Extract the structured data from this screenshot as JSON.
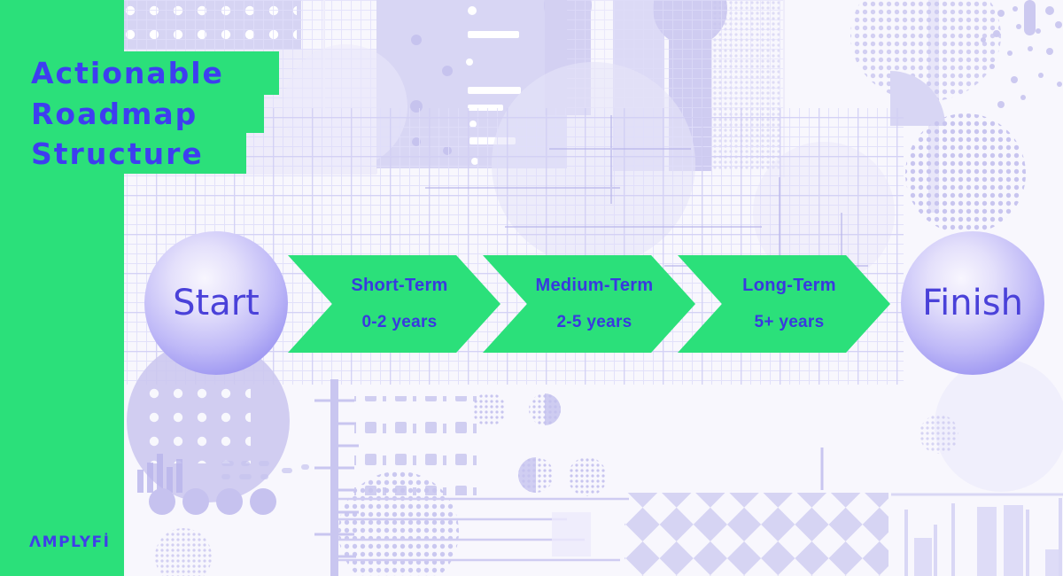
{
  "page": {
    "title_lines": [
      "Actionable",
      "Roadmap",
      "Structure"
    ]
  },
  "brand": {
    "logo_text": "ΛMPLYFİ"
  },
  "flow": {
    "start": {
      "label": "Start"
    },
    "finish": {
      "label": "Finish"
    },
    "stages": [
      {
        "name": "Short-Term",
        "duration": "0-2 years"
      },
      {
        "name": "Medium-Term",
        "duration": "2-5 years"
      },
      {
        "name": "Long-Term",
        "duration": "5+ years"
      }
    ]
  },
  "colors": {
    "green": "#2be07a",
    "title_blue": "#3e3ef0",
    "label_blue": "#3939df",
    "node_text_blue": "#4a41d9",
    "node_fill_purple": "#837bec",
    "background_lavender": "#d6d4f3"
  }
}
